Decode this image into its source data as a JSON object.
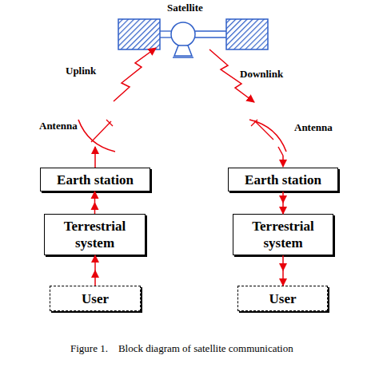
{
  "diagram": {
    "caption": "Figure 1.    Block diagram of satellite communication",
    "nodes": [
      {
        "text": [
          "Earth station"
        ]
      },
      {
        "text": [
          "Terrestrial system"
        ]
      },
      {
        "text": [
          "User"
        ]
      },
      {
        "text": [
          "Earth station"
        ]
      },
      {
        "text": [
          "Terrestrial system"
        ]
      },
      {
        "text": [
          "User"
        ]
      }
    ],
    "edges": [
      {
        "from": 2,
        "to": 1,
        "arrow": "to"
      },
      {
        "from": 1,
        "to": 0,
        "arrow": "to"
      },
      {
        "from": 3,
        "to": 4,
        "arrow": "to"
      },
      {
        "from": 4,
        "to": 5,
        "arrow": "to"
      }
    ],
    "labels": [
      "Satellite",
      "Uplink",
      "Downlink",
      "Antenna",
      "Antenna"
    ]
  }
}
